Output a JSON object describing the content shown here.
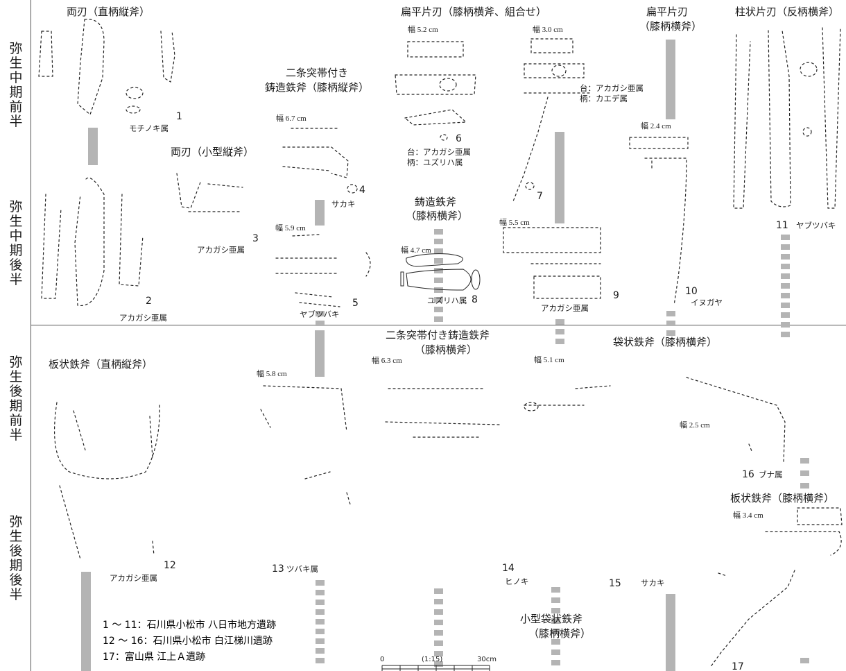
{
  "periods": [
    {
      "id": "early-middle",
      "label": "弥生中期前半"
    },
    {
      "id": "late-middle",
      "label": "弥生中期後半"
    },
    {
      "id": "early-late",
      "label": "弥生後期前半"
    },
    {
      "id": "late-late",
      "label": "弥生後期後半"
    }
  ],
  "groups": {
    "g_ryoba_choku": "両刃（直柄縦斧）",
    "g_henpei_hiza": "扁平片刃（膝柄横斧、組合せ）",
    "g_henpei_kata_l1": "扁平片刃",
    "g_henpei_kata_l2": "（膝柄横斧）",
    "g_chujo": "柱状片刃（反柄横斧）",
    "g_nijo_l1": "二条突帯付き",
    "g_nijo_l2": "鋳造鉄斧（膝柄縦斧）",
    "g_ryoba_kogata": "両刃（小型縦斧）",
    "g_chuzo_l1": "鋳造鉄斧",
    "g_chuzo_l2": "（膝柄横斧）",
    "g_nijo_hiza_l1": "二条突帯付き鋳造鉄斧",
    "g_nijo_hiza_l2": "（膝柄横斧）",
    "g_fukuro": "袋状鉄斧（膝柄横斧）",
    "g_itajo_choku": "板状鉄斧（直柄縦斧）",
    "g_itajo_hiza": "板状鉄斧（膝柄横斧）",
    "g_kogata_fukuro_l1": "小型袋状鉄斧",
    "g_kogata_fukuro_l2": "（膝柄横斧）"
  },
  "items": {
    "n1": "1",
    "s1": "モチノキ属",
    "n2": "2",
    "s2": "アカガシ亜属",
    "n3": "3",
    "s3": "アカガシ亜属",
    "n4": "4",
    "s4": "サカキ",
    "n5": "5",
    "s5": "ヤブツバキ",
    "n6": "6",
    "s6a": "台：アカガシ亜属",
    "s6b": "柄：ユズリハ属",
    "n7": "7",
    "s7a": "台：アカガシ亜属",
    "s7b": "柄：カエデ属",
    "n8": "8",
    "s8": "ユズリハ属",
    "n9": "9",
    "s9": "アカガシ亜属",
    "n10": "10",
    "s10": "イヌガヤ",
    "n11": "11",
    "s11": "ヤブツバキ",
    "n12": "12",
    "s12": "アカガシ亜属",
    "n13": "13",
    "s13": "ツバキ属",
    "n14": "14",
    "s14": "ヒノキ",
    "n15": "15",
    "s15": "サカキ",
    "n16": "16",
    "s16": "ブナ属",
    "n17": "17"
  },
  "widths": {
    "w_5_2": "幅 5.2 cm",
    "w_3_0": "幅 3.0 cm",
    "w_6_7": "幅 6.7 cm",
    "w_2_4": "幅 2.4 cm",
    "w_5_9": "幅 5.9 cm",
    "w_4_7": "幅 4.7 cm",
    "w_5_5": "幅 5.5 cm",
    "w_5_8": "幅 5.8 cm",
    "w_6_3": "幅 6.3 cm",
    "w_5_1": "幅 5.1 cm",
    "w_2_5": "幅 2.5 cm",
    "w_3_4": "幅 3.4 cm"
  },
  "sites": {
    "line1": "1 ～ 11：石川県小松市 八日市地方遺跡",
    "line2": "12 ～ 16：石川県小松市 白江梯川遺跡",
    "line3": "17：富山県 江上Ａ遺跡"
  },
  "scale": {
    "start": "0",
    "ratio": "(1:15)",
    "end": "30cm"
  },
  "colors": {
    "bar": "#b4b4b4",
    "line": "#222222",
    "divider": "#555555"
  }
}
